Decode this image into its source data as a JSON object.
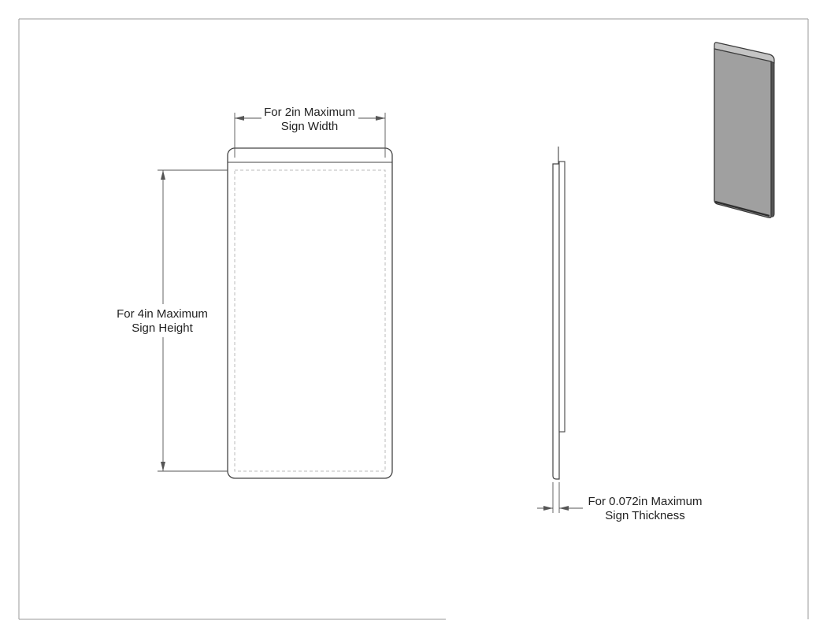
{
  "annotations": {
    "width": {
      "line1": "For 2in Maximum",
      "line2": "Sign Width"
    },
    "height": {
      "line1": "For 4in Maximum",
      "line2": "Sign Height"
    },
    "thickness": {
      "line1": "For 0.072in Maximum",
      "line2": "Sign Thickness"
    }
  },
  "colors": {
    "line": "#444444",
    "dim_line": "#555555",
    "dashed": "#bbbbbb",
    "iso_face": "#a0a0a0",
    "iso_edge": "#3a3a3a",
    "iso_top": "#c4c4c4"
  }
}
